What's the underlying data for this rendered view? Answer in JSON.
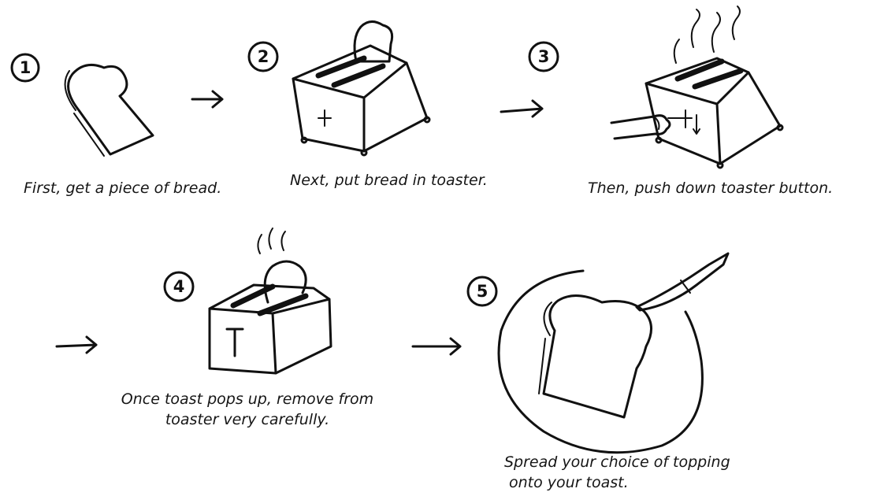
{
  "steps": [
    {
      "number": "1",
      "caption": "First, get a piece of bread."
    },
    {
      "number": "2",
      "caption": "Next, put bread in toaster."
    },
    {
      "number": "3",
      "caption": "Then, push down toaster button."
    },
    {
      "number": "4",
      "caption_line1": "Once toast pops up, remove from",
      "caption_line2": "toaster very carefully."
    },
    {
      "number": "5",
      "caption_line1": "Spread your choice of topping",
      "caption_line2": "onto your toast."
    }
  ],
  "colors": {
    "ink": "#111111",
    "paper": "#ffffff"
  }
}
